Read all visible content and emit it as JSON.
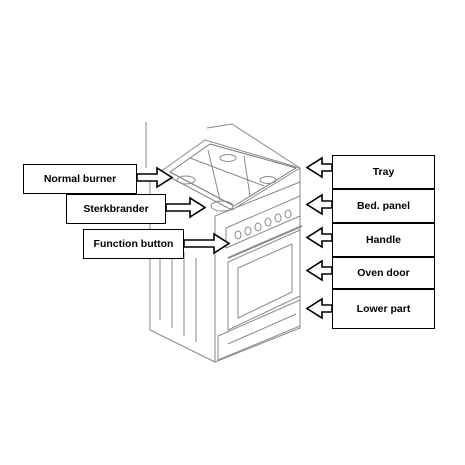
{
  "labels": {
    "normal_burner": "Normal burner",
    "sterkbrander": "Sterkbrander",
    "function_button": "Function button",
    "tray": "Tray",
    "bed_panel": "Bed. panel",
    "handle": "Handle",
    "oven_door": "Oven door",
    "lower_part": "Lower part"
  },
  "colors": {
    "outline": "#000000",
    "sketch_line": "#8a8a8a",
    "background": "#ffffff"
  }
}
